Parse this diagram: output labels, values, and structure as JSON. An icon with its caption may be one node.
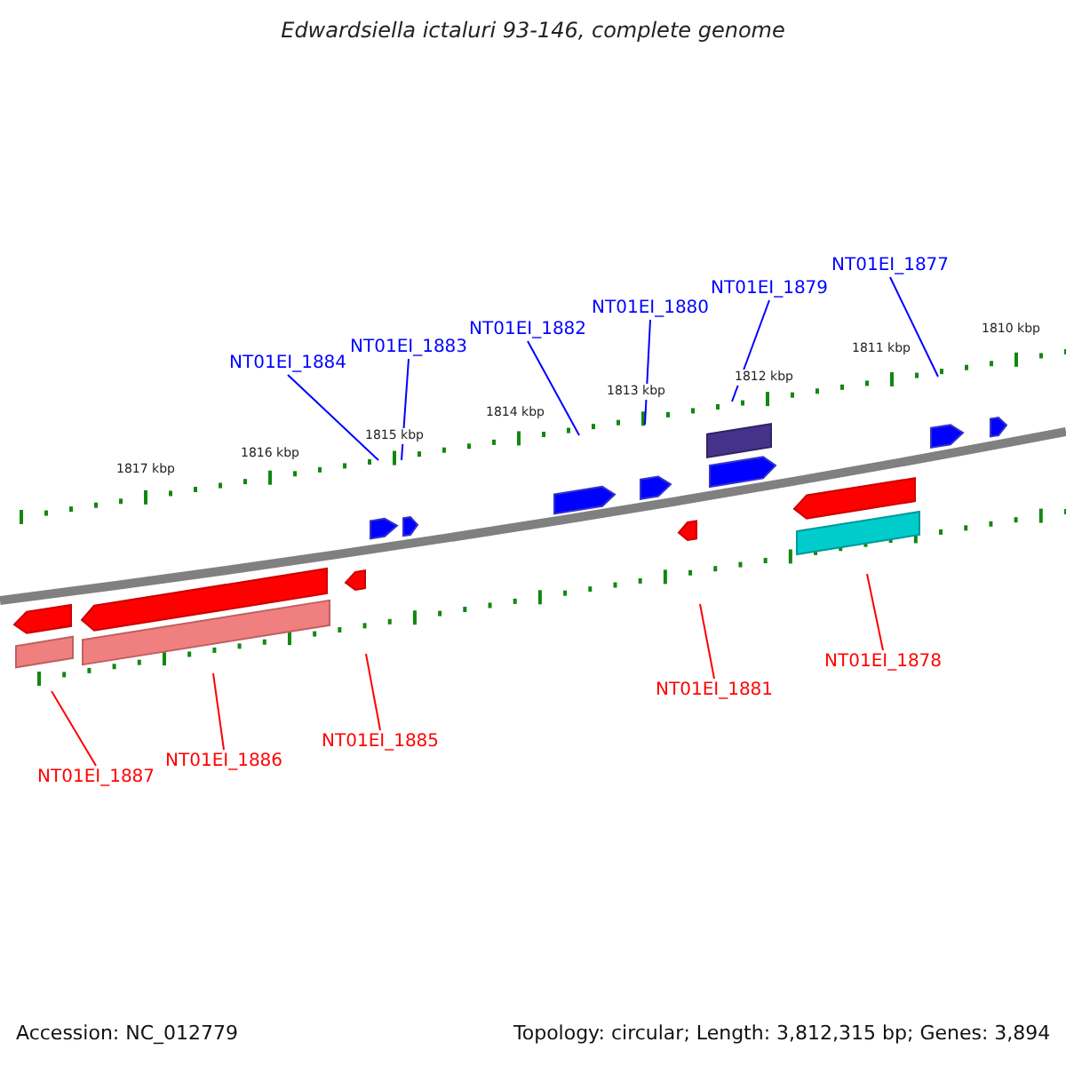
{
  "diagram": {
    "title": "Edwardsiella ictaluri 93-146, complete genome",
    "nodes": [
      {
        "text": [
          "NT01EI_1884"
        ]
      },
      {
        "text": [
          "NT01EI_1883"
        ]
      },
      {
        "text": [
          "NT01EI_1882"
        ]
      },
      {
        "text": [
          "NT01EI_1880"
        ]
      },
      {
        "text": [
          "NT01EI_1879"
        ]
      },
      {
        "text": [
          "NT01EI_1877"
        ]
      },
      {
        "text": [
          "NT01EI_1887"
        ]
      },
      {
        "text": [
          "NT01EI_1886"
        ]
      },
      {
        "text": [
          "NT01EI_1885"
        ]
      },
      {
        "text": [
          "NT01EI_1881"
        ]
      },
      {
        "text": [
          "NT01EI_1878"
        ]
      }
    ],
    "edges": [
      {
        "from": 0,
        "to": null,
        "arrow": "none"
      },
      {
        "from": 1,
        "to": null,
        "arrow": "none"
      },
      {
        "from": 2,
        "to": null,
        "arrow": "none"
      },
      {
        "from": 3,
        "to": null,
        "arrow": "none"
      },
      {
        "from": 4,
        "to": null,
        "arrow": "none"
      },
      {
        "from": 5,
        "to": null,
        "arrow": "none"
      },
      {
        "from": 6,
        "to": null,
        "arrow": "none",
        "color": "#ff0000"
      },
      {
        "from": 7,
        "to": null,
        "arrow": "none",
        "color": "#ff0000"
      },
      {
        "from": 8,
        "to": null,
        "arrow": "none",
        "color": "#ff0000"
      },
      {
        "from": 9,
        "to": null,
        "arrow": "none",
        "color": "#ff0000"
      },
      {
        "from": 10,
        "to": null,
        "arrow": "none",
        "color": "#ff0000"
      }
    ],
    "labels": [
      "1817 kbp",
      "1816 kbp",
      "1815 kbp",
      "1814 kbp",
      "1813 kbp",
      "1812 kbp",
      "1811 kbp",
      "1810 kbp",
      "Accession: NC_012779",
      "Topology: circular; Length: 3,812,315 bp; Genes: 3,894"
    ]
  }
}
